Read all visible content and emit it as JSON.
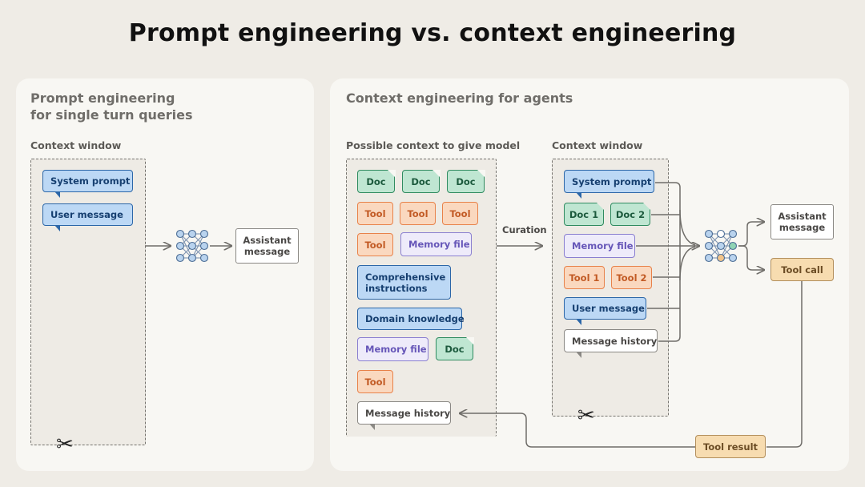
{
  "title": "Prompt engineering vs. context engineering",
  "left_panel": {
    "title_line1": "Prompt engineering",
    "title_line2": "for single turn queries",
    "context_window_label": "Context window",
    "system_prompt": "System prompt",
    "user_message": "User message",
    "assistant_message_line1": "Assistant",
    "assistant_message_line2": "message"
  },
  "right_panel": {
    "title": "Context engineering for agents",
    "possible_context_label": "Possible context to give model",
    "context_window_label": "Context window",
    "curation_label": "Curation",
    "possible": {
      "doc": "Doc",
      "tool": "Tool",
      "memory_file": "Memory file",
      "comprehensive_line1": "Comprehensive",
      "comprehensive_line2": "instructions",
      "domain_knowledge": "Domain knowledge",
      "message_history": "Message history"
    },
    "window": {
      "system_prompt": "System prompt",
      "doc1": "Doc 1",
      "doc2": "Doc 2",
      "memory_file": "Memory file",
      "tool1": "Tool 1",
      "tool2": "Tool 2",
      "user_message": "User message",
      "message_history": "Message history"
    },
    "outputs": {
      "assistant_message_line1": "Assistant",
      "assistant_message_line2": "message",
      "tool_call": "Tool call",
      "tool_result": "Tool result"
    }
  },
  "colors": {
    "blue": "#bcd8f5",
    "green": "#bfe6d2",
    "orange": "#fad8bf",
    "purple": "#eeebfa",
    "tan": "#f7dcb0",
    "model_node_highlight_green": "#8fd4b4",
    "model_node_highlight_tan": "#f2c48a"
  },
  "icons": [
    "scissors-icon",
    "model-network-icon"
  ]
}
